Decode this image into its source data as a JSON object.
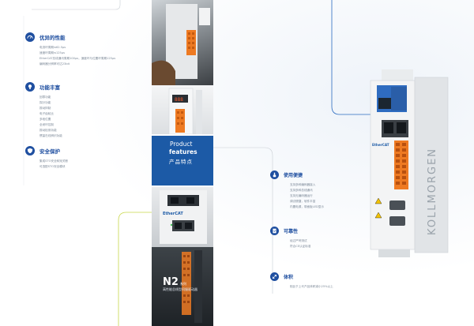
{
  "colors": {
    "accent_blue": "#1f4fa0",
    "panel_blue": "#1c5aa6",
    "line_green": "#c8d84a"
  },
  "left_features": [
    {
      "icon": "gauge-icon",
      "title": "优异的性能",
      "lines": [
        "电流环周期≤62.5μs",
        "速度环周期≤125μs",
        "EtherCAT总线通讯周期100μs，速度环与位置环周期125μs",
        "编码器分辨率可达23bit"
      ]
    },
    {
      "icon": "lightbulb-icon",
      "title": "功能丰富",
      "lines": [
        "回零功能",
        "探针功能",
        "振动抑制",
        "电子齿轮比",
        "多段位置",
        "全闭环控制",
        "振动检测功能",
        "惯量在线辨识功能"
      ]
    },
    {
      "icon": "shield-icon",
      "title": "安全保护",
      "lines": [
        "集成STO安全转矩关断",
        "可选配STO安全模块"
      ]
    }
  ],
  "center": {
    "product_l1": "Product",
    "product_l2": "features",
    "product_l3": "产品特点",
    "n2_main": "N2",
    "n2_sub": "系列",
    "n2_desc": "高性能总线型伺服驱动器"
  },
  "right_features": [
    {
      "icon": "hand-pointer-icon",
      "title": "使用便捷",
      "lines": [
        "支持多种编码器接入",
        "支持多种总线通讯",
        "支持无编码器运行",
        "调试便捷，软件丰富",
        "内置电源，带面板LED显示"
      ]
    },
    {
      "icon": "check-doc-icon",
      "title": "可靠性",
      "lines": [
        "经过严苛测试",
        "符合CE认证标准"
      ]
    },
    {
      "icon": "resize-icon",
      "title": "体积",
      "lines": [
        "相比于上代产品体积减小25%以上"
      ]
    }
  ],
  "device": {
    "brand": "KOLLMORGEN",
    "label": "EtherCAT"
  }
}
